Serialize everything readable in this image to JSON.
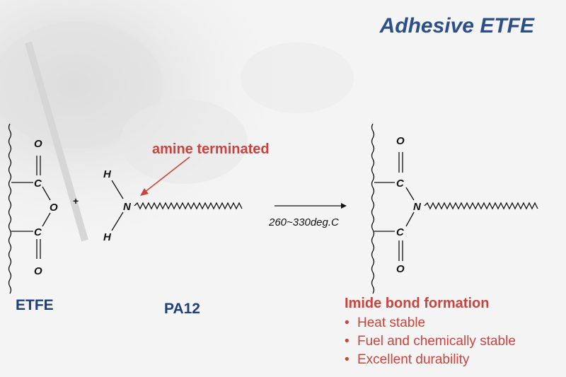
{
  "title": "Adhesive ETFE",
  "labels": {
    "etfe": "ETFE",
    "pa12": "PA12"
  },
  "annotation": "amine terminated",
  "condition": "260~330deg.C",
  "atoms": {
    "oxygen": "O",
    "carbon": "C",
    "nitrogen": "N",
    "hydrogen": "H",
    "plus": "+"
  },
  "result": {
    "heading": "Imide bond formation",
    "bullet_glyph": "•",
    "items": [
      "Heat stable",
      "Fuel and chemically stable",
      "Excellent durability"
    ]
  },
  "colors": {
    "title": "#2c4f8a",
    "label": "#1f3f7a",
    "accent": "#c8453f"
  }
}
